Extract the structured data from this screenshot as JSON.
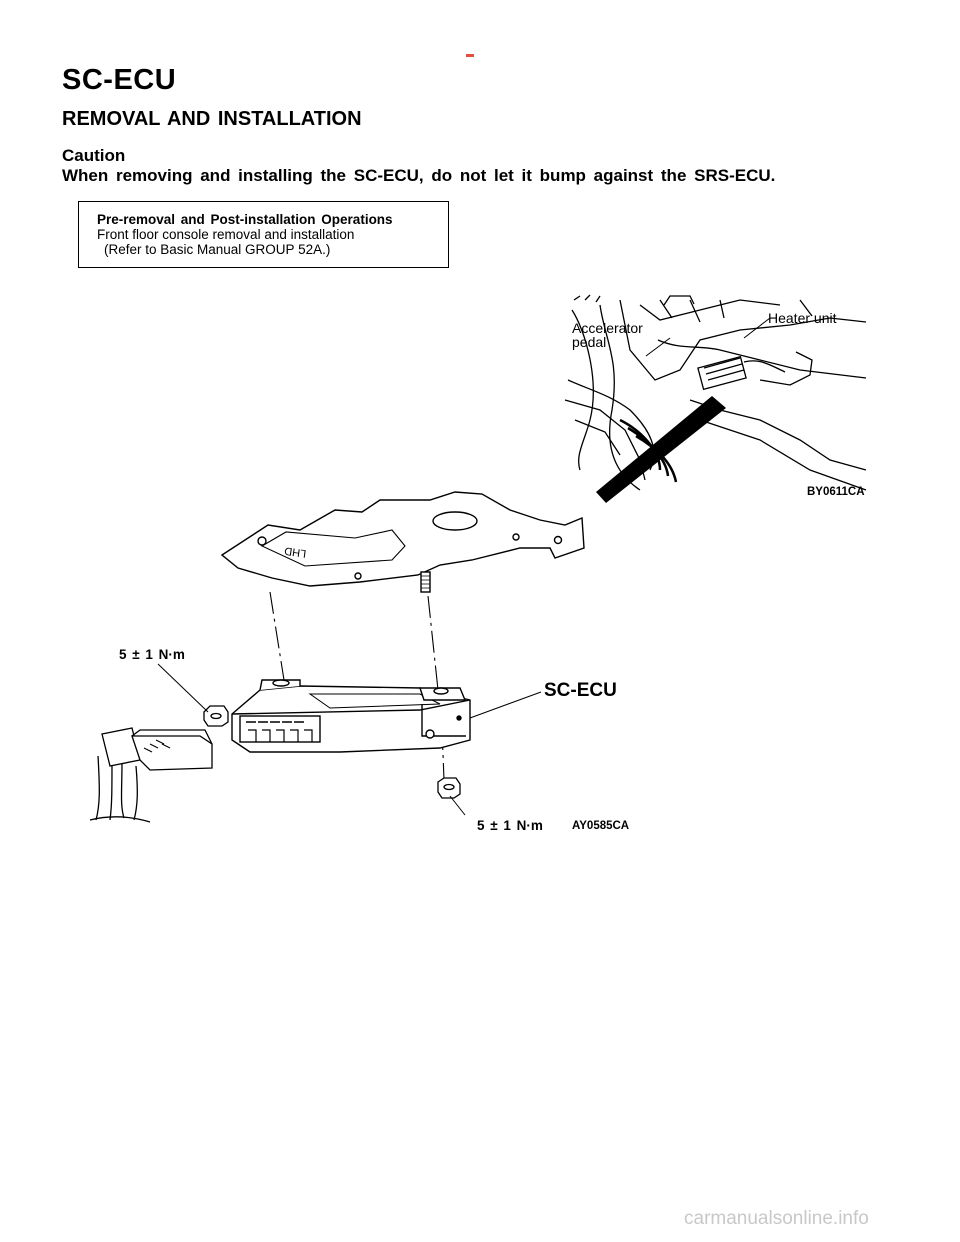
{
  "header": {
    "title": "SC-ECU",
    "section": "REMOVAL AND INSTALLATION"
  },
  "caution": {
    "heading": "Caution",
    "text": "When removing and installing the SC-ECU, do not let it bump against the SRS-ECU."
  },
  "operations_box": {
    "title": "Pre-removal and Post-installation Operations",
    "line1": "Front floor console removal and installation",
    "line2": "(Refer to Basic Manual GROUP 52A.)"
  },
  "illustration": {
    "labels": {
      "accelerator_line1": "Accelerator",
      "accelerator_line2": "pedal",
      "heater_unit": "Heater unit",
      "detail_code": "BY0611CA",
      "torque_top": "5 ± 1 N·m",
      "sc_ecu": "SC-ECU",
      "torque_bottom": "5 ± 1 N·m",
      "main_code": "AY0585CA"
    },
    "bracket_marking": "LHD"
  },
  "footer": {
    "watermark": "carmanualsonline.info"
  },
  "colors": {
    "accent_dash": "#e0503a",
    "watermark": "#c8c8c8"
  }
}
